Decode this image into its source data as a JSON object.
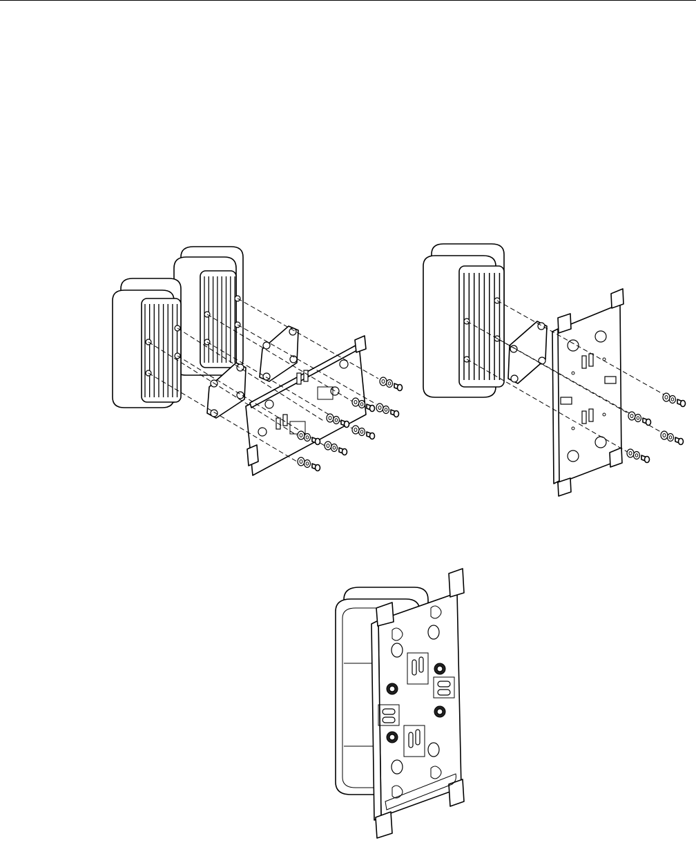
{
  "figure": {
    "panels": [
      {
        "id": "dual-unit-exploded",
        "description_visible": false
      },
      {
        "id": "single-unit-exploded",
        "description_visible": false
      },
      {
        "id": "assembled-unit",
        "description_visible": false
      }
    ],
    "colors": {
      "line": "#000000",
      "background": "#ffffff"
    }
  }
}
